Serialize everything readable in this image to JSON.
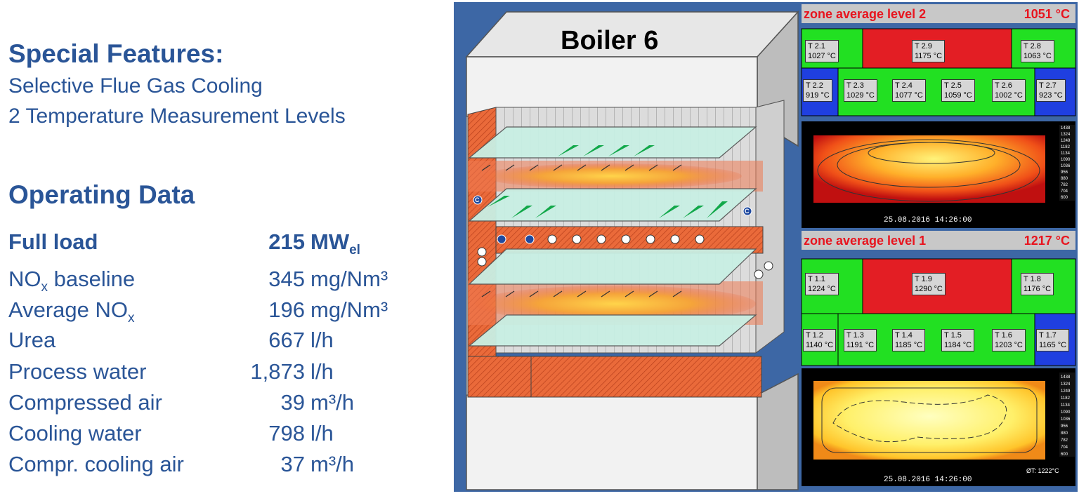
{
  "features": {
    "title": "Special Features:",
    "items": [
      "Selective Flue Gas Cooling",
      "2 Temperature Measurement Levels"
    ]
  },
  "operating": {
    "title": "Operating Data",
    "rows": [
      {
        "label": "Full load",
        "value": "215",
        "unit": "MW",
        "unit_sub": "el"
      },
      {
        "label": "NO",
        "label_sub": "x",
        "label_rest": " baseline",
        "value": "345",
        "unit": "mg/Nm³"
      },
      {
        "label": "Average NO",
        "label_sub": "x",
        "value": "196",
        "unit": "mg/Nm³"
      },
      {
        "label": "Urea",
        "value": "667",
        "unit": "l/h"
      },
      {
        "label": "Process water",
        "value": "1,873",
        "unit": "l/h"
      },
      {
        "label": "Compressed air",
        "value": "39",
        "unit": "m³/h"
      },
      {
        "label": "Cooling water",
        "value": "798",
        "unit": "l/h"
      },
      {
        "label": "Compr. cooling air",
        "value": "37",
        "unit": "m³/h"
      }
    ]
  },
  "boiler": {
    "title": "Boiler 6",
    "marker": "C"
  },
  "zone2": {
    "label": "zone average level 2",
    "value": "1051 °C",
    "sensors": [
      {
        "id": "T 2.1",
        "temp": "1027 °C"
      },
      {
        "id": "T 2.9",
        "temp": "1175 °C"
      },
      {
        "id": "T 2.8",
        "temp": "1063 °C"
      },
      {
        "id": "T 2.2",
        "temp": "919 °C"
      },
      {
        "id": "T 2.3",
        "temp": "1029 °C"
      },
      {
        "id": "T 2.4",
        "temp": "1077 °C"
      },
      {
        "id": "T 2.5",
        "temp": "1059 °C"
      },
      {
        "id": "T 2.6",
        "temp": "1002 °C"
      },
      {
        "id": "T 2.7",
        "temp": "923 °C"
      }
    ],
    "timestamp": "25.08.2016 14:26:00"
  },
  "zone1": {
    "label": "zone average level 1",
    "value": "1217 °C",
    "sensors": [
      {
        "id": "T 1.1",
        "temp": "1224 °C"
      },
      {
        "id": "T 1.9",
        "temp": "1290 °C"
      },
      {
        "id": "T 1.8",
        "temp": "1176 °C"
      },
      {
        "id": "T 1.2",
        "temp": "1140 °C"
      },
      {
        "id": "T 1.3",
        "temp": "1191 °C"
      },
      {
        "id": "T 1.4",
        "temp": "1185 °C"
      },
      {
        "id": "T 1.5",
        "temp": "1184 °C"
      },
      {
        "id": "T 1.6",
        "temp": "1203 °C"
      },
      {
        "id": "T 1.7",
        "temp": "1165 °C"
      }
    ],
    "timestamp": "25.08.2016 14:26:00",
    "avg_note": "ØT: 1222°C"
  },
  "scale": [
    "1438",
    "1324",
    "1249",
    "1182",
    "1134",
    "1090",
    "1036",
    "956",
    "880",
    "782",
    "704",
    "600"
  ],
  "colors": {
    "text_blue": "#2a5597",
    "frame_blue": "#3d67a5",
    "hot_red": "#e31e24",
    "ok_green": "#22e022",
    "cool_blue": "#1f3fe0",
    "orange_wall": "#ea6a3a",
    "grid_plate": "#c8efe4",
    "nozzle_green": "#12a84a"
  }
}
